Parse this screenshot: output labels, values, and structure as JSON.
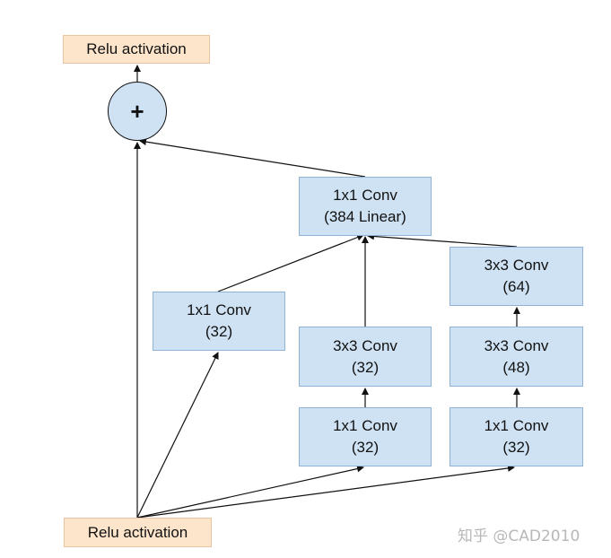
{
  "nodes": {
    "relu_top": "Relu activation",
    "relu_bottom": "Relu activation",
    "add": "+",
    "conv_linear": {
      "line1": "1x1 Conv",
      "line2": "(384 Linear)"
    },
    "branch1_conv": {
      "line1": "1x1 Conv",
      "line2": "(32)"
    },
    "branch2_top": {
      "line1": "3x3 Conv",
      "line2": "(32)"
    },
    "branch2_bottom": {
      "line1": "1x1 Conv",
      "line2": "(32)"
    },
    "branch3_top": {
      "line1": "3x3 Conv",
      "line2": "(64)"
    },
    "branch3_mid": {
      "line1": "3x3 Conv",
      "line2": "(48)"
    },
    "branch3_bottom": {
      "line1": "1x1 Conv",
      "line2": "(32)"
    }
  },
  "watermark": "知乎 @CAD2010",
  "colors": {
    "relu_fill": "#fde5cc",
    "conv_fill": "#cfe2f3",
    "conv_border": "#8fb3d6",
    "arrow": "#111111"
  }
}
